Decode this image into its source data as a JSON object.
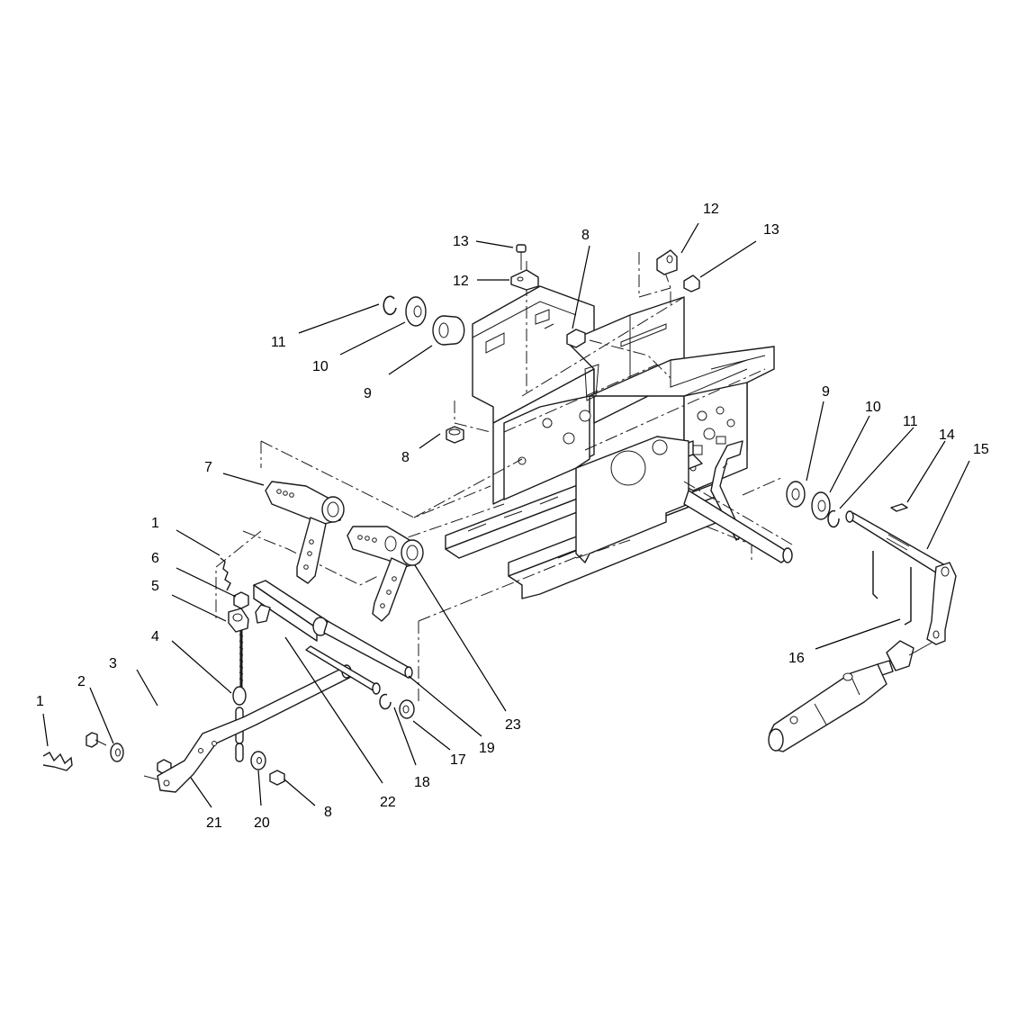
{
  "diagram": {
    "type": "exploded-parts-view",
    "line_color": "#1a1a1a",
    "background": "#ffffff",
    "callouts": [
      {
        "id": "c-13-a",
        "label": "13"
      },
      {
        "id": "c-12-a",
        "label": "12"
      },
      {
        "id": "c-8-a",
        "label": "8"
      },
      {
        "id": "c-12-b",
        "label": "12"
      },
      {
        "id": "c-13-b",
        "label": "13"
      },
      {
        "id": "c-11-a",
        "label": "11"
      },
      {
        "id": "c-10-a",
        "label": "10"
      },
      {
        "id": "c-9-a",
        "label": "9"
      },
      {
        "id": "c-8-b",
        "label": "8"
      },
      {
        "id": "c-7",
        "label": "7"
      },
      {
        "id": "c-1-a",
        "label": "1"
      },
      {
        "id": "c-6",
        "label": "6"
      },
      {
        "id": "c-5",
        "label": "5"
      },
      {
        "id": "c-4",
        "label": "4"
      },
      {
        "id": "c-3",
        "label": "3"
      },
      {
        "id": "c-2",
        "label": "2"
      },
      {
        "id": "c-1-b",
        "label": "1"
      },
      {
        "id": "c-21",
        "label": "21"
      },
      {
        "id": "c-20",
        "label": "20"
      },
      {
        "id": "c-8-c",
        "label": "8"
      },
      {
        "id": "c-22",
        "label": "22"
      },
      {
        "id": "c-18",
        "label": "18"
      },
      {
        "id": "c-17",
        "label": "17"
      },
      {
        "id": "c-19",
        "label": "19"
      },
      {
        "id": "c-23",
        "label": "23"
      },
      {
        "id": "c-9-b",
        "label": "9"
      },
      {
        "id": "c-10-b",
        "label": "10"
      },
      {
        "id": "c-11-b",
        "label": "11"
      },
      {
        "id": "c-14",
        "label": "14"
      },
      {
        "id": "c-15",
        "label": "15"
      },
      {
        "id": "c-16",
        "label": "16"
      }
    ]
  }
}
